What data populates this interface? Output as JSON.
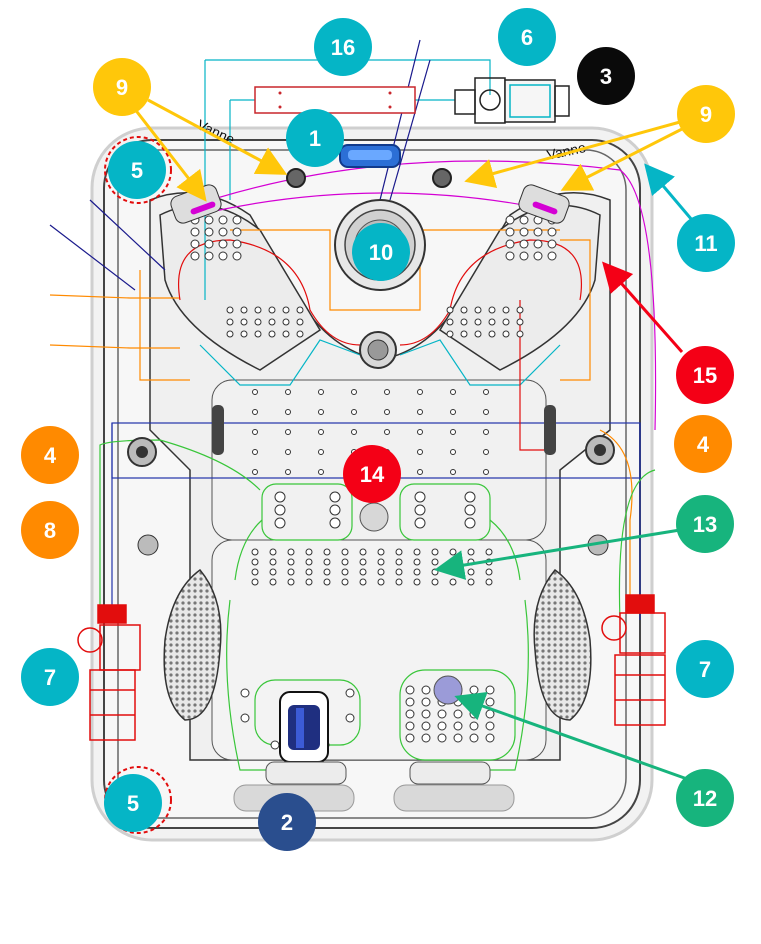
{
  "colors": {
    "teal": "#05B5C6",
    "yellow": "#FFC70A",
    "orange": "#FF8A00",
    "red": "#F40016",
    "green": "#17B47D",
    "navy": "#2A4E8E",
    "black": "#0A0A0A",
    "white_text": "#FFFFFF"
  },
  "labels": {
    "vanne_left": "Vanne",
    "vanne_right": "Vanne"
  },
  "callouts": [
    {
      "id": "c16",
      "text": "16",
      "color": "teal"
    },
    {
      "id": "c6",
      "text": "6",
      "color": "teal"
    },
    {
      "id": "c3",
      "text": "3",
      "color": "black"
    },
    {
      "id": "c9l",
      "text": "9",
      "color": "yellow"
    },
    {
      "id": "c9r",
      "text": "9",
      "color": "yellow"
    },
    {
      "id": "c1",
      "text": "1",
      "color": "teal"
    },
    {
      "id": "c5t",
      "text": "5",
      "color": "teal"
    },
    {
      "id": "c10",
      "text": "10",
      "color": "teal"
    },
    {
      "id": "c11",
      "text": "11",
      "color": "teal"
    },
    {
      "id": "c15",
      "text": "15",
      "color": "red"
    },
    {
      "id": "c4l",
      "text": "4",
      "color": "orange"
    },
    {
      "id": "c4r",
      "text": "4",
      "color": "orange"
    },
    {
      "id": "c14",
      "text": "14",
      "color": "red"
    },
    {
      "id": "c8",
      "text": "8",
      "color": "orange"
    },
    {
      "id": "c13",
      "text": "13",
      "color": "green"
    },
    {
      "id": "c7l",
      "text": "7",
      "color": "teal"
    },
    {
      "id": "c7r",
      "text": "7",
      "color": "teal"
    },
    {
      "id": "c12",
      "text": "12",
      "color": "green"
    },
    {
      "id": "c5b",
      "text": "5",
      "color": "teal"
    },
    {
      "id": "c2",
      "text": "2",
      "color": "navy"
    }
  ]
}
